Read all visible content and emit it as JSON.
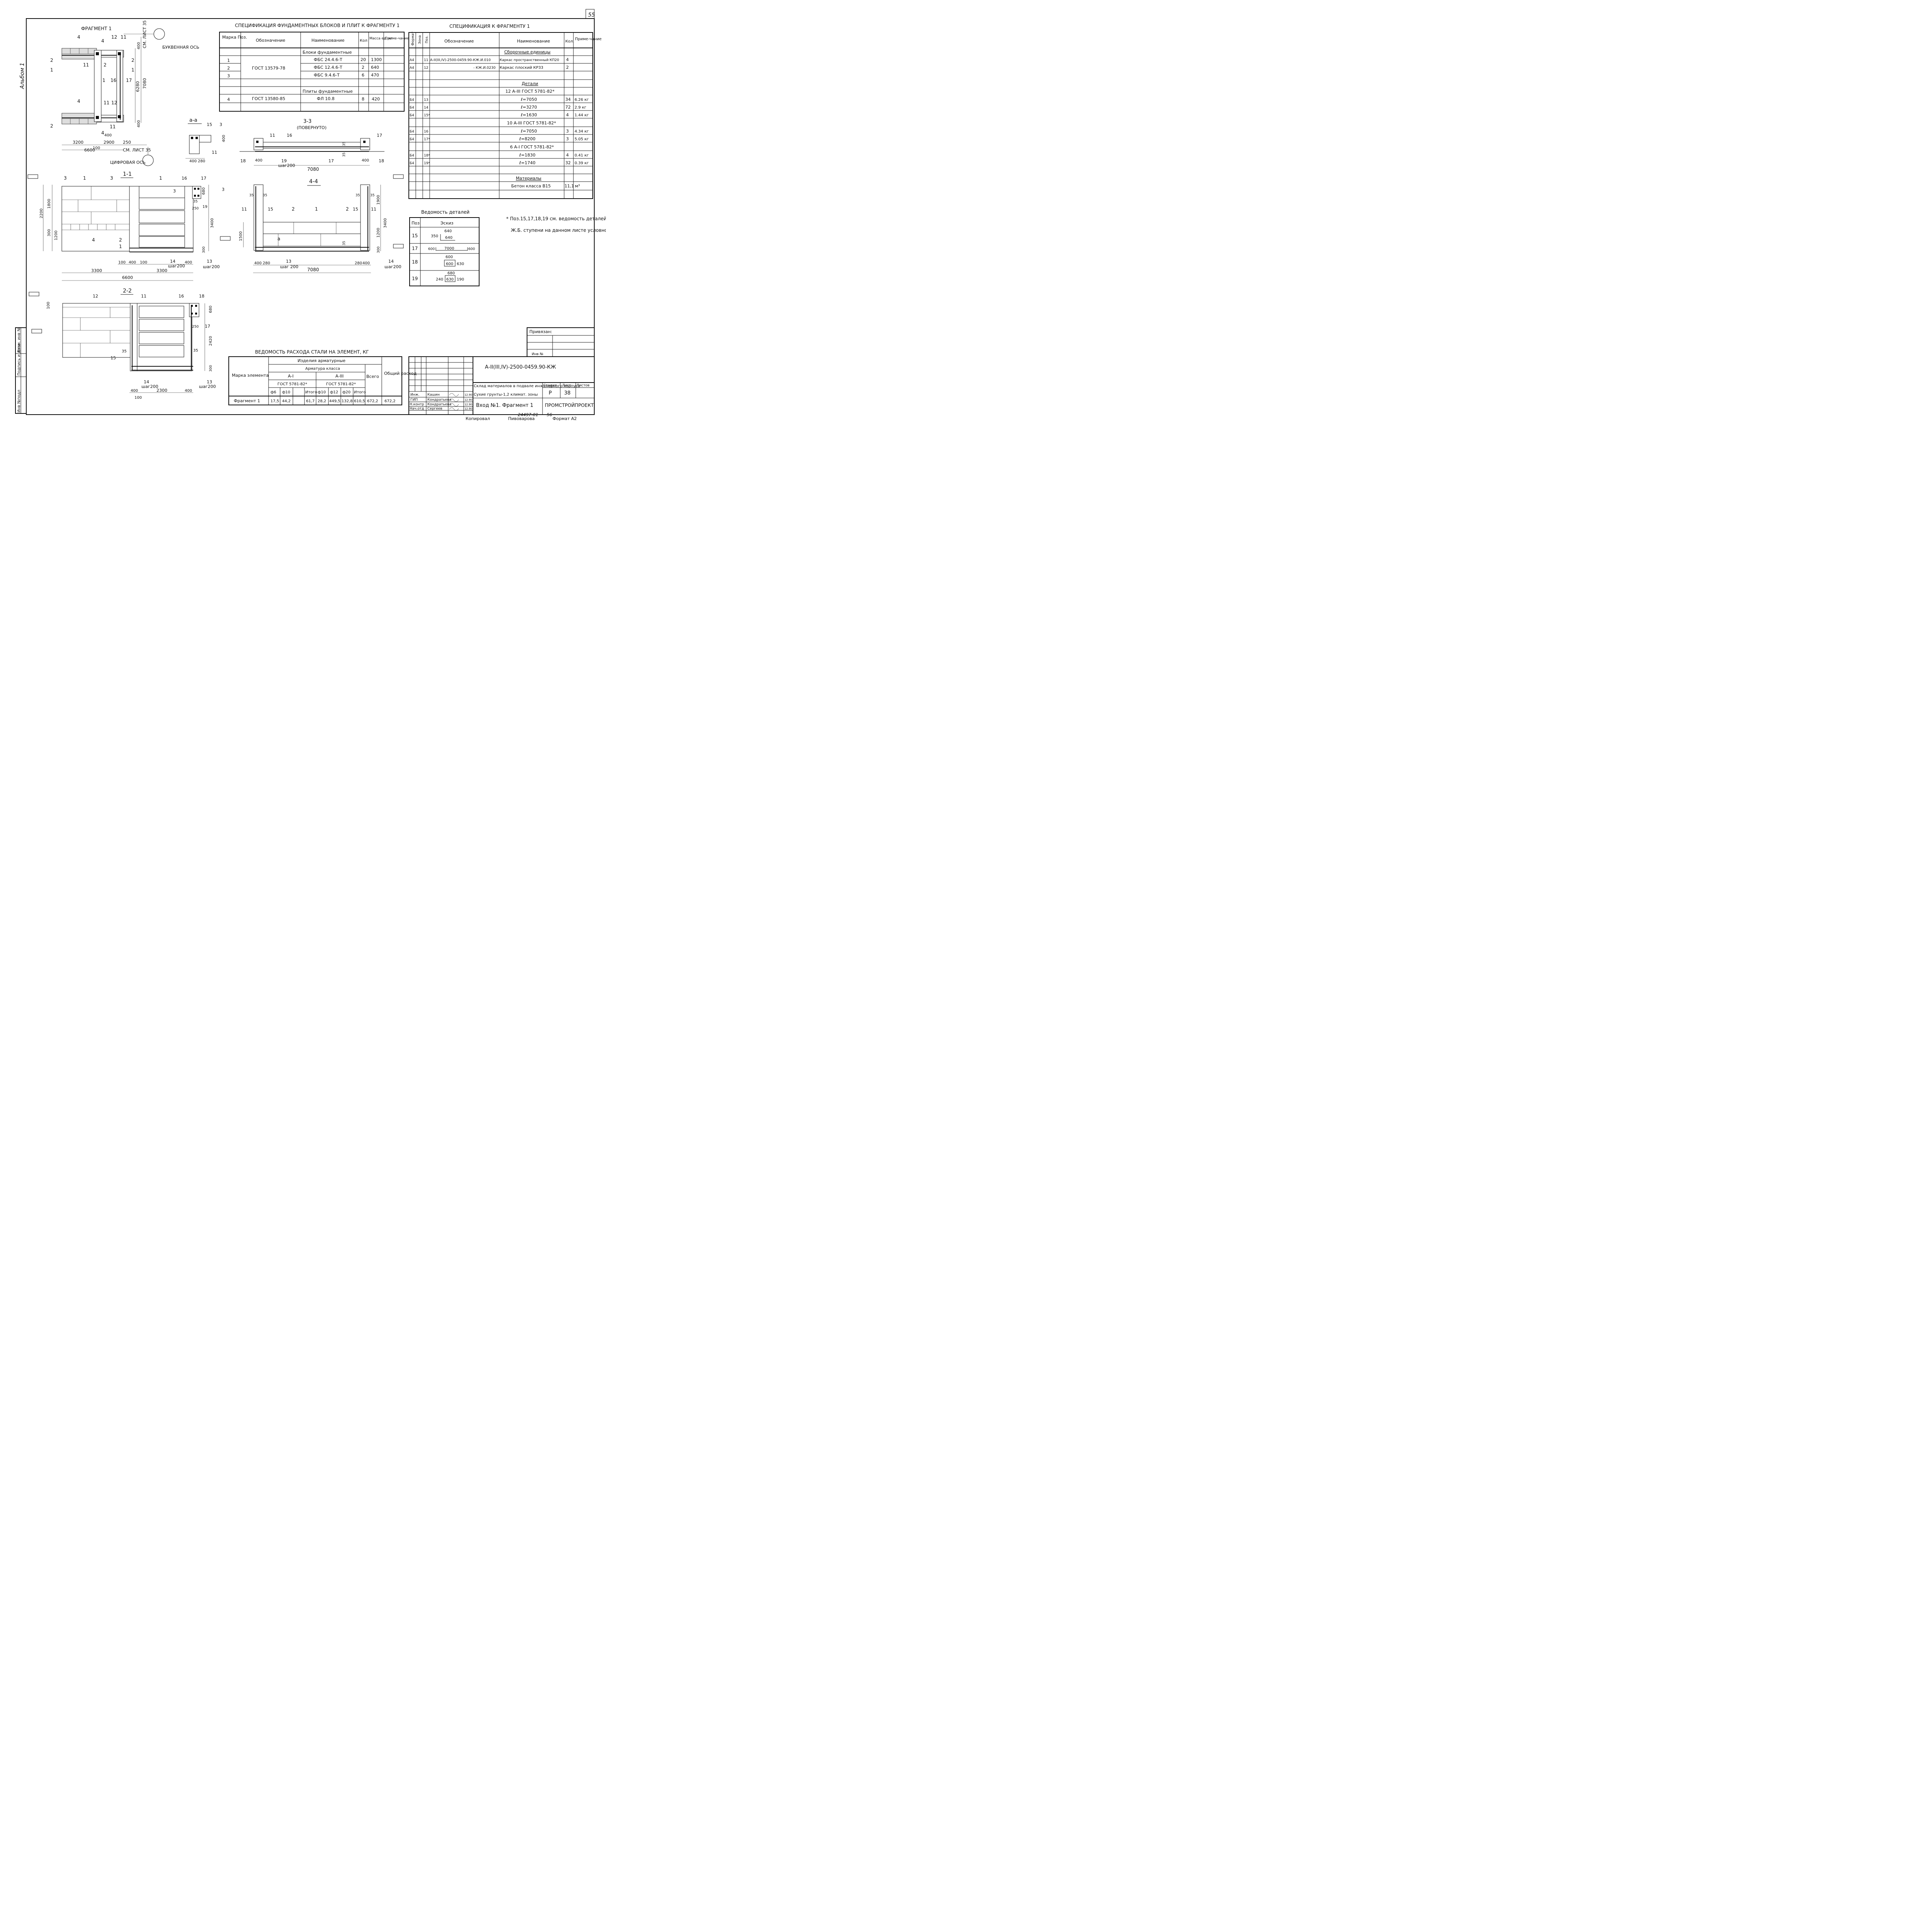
{
  "page_number": "55",
  "album_label": "Альбом 1",
  "side_stamp": [
    "Инв №подл",
    "Подпись и дата",
    "Взам. инв №"
  ],
  "fragment1": {
    "title": "ФРАГМЕНТ 1",
    "letter_axis": "БУКВЕННАЯ ОСЬ",
    "digit_axis": "ЦИФРОВАЯ ОСЬ",
    "see_sheet_top": "СМ. ЛИСТ 35",
    "see_sheet_bottom": "СМ. ЛИСТ 35",
    "dims": [
      "3200",
      "2900",
      "250",
      "400",
      "6600",
      "100",
      "400",
      "6280",
      "7080",
      "400"
    ],
    "marks": [
      "4",
      "4",
      "12",
      "11",
      "11",
      "2",
      "1",
      "16",
      "17",
      "4",
      "11",
      "12",
      "2",
      "4",
      "11",
      "2",
      "1",
      "2",
      "1"
    ]
  },
  "section_aa": {
    "title": "а-а",
    "marks": [
      "15",
      "3",
      "11"
    ],
    "dims": [
      "400",
      "280",
      "400"
    ]
  },
  "section_33": {
    "title": "3-3",
    "subtitle": "(ПОВЕРНУТО)",
    "marks": [
      "11",
      "16",
      "17",
      "17",
      "18",
      "19",
      "18"
    ],
    "dims": [
      "400",
      "400",
      "7080",
      "35",
      "35"
    ],
    "step": "шаг200"
  },
  "section_11": {
    "title": "1-1",
    "marks": [
      "3",
      "1",
      "3",
      "1",
      "16",
      "17",
      "3",
      "3",
      "19",
      "4",
      "2",
      "1",
      "14",
      "13"
    ],
    "dims": [
      "2200",
      "1800",
      "300",
      "1200",
      "3400",
      "680",
      "35",
      "250",
      "300",
      "100",
      "400",
      "100",
      "400",
      "3300",
      "3300",
      "6600"
    ],
    "step1": "шаг200",
    "step2": "шаг200"
  },
  "section_44": {
    "title": "4-4",
    "marks": [
      "11",
      "15",
      "2",
      "1",
      "2",
      "15",
      "11",
      "а",
      "13",
      "14"
    ],
    "dims": [
      "35",
      "35",
      "35",
      "35",
      "1500",
      "1900",
      "3400",
      "1200",
      "300",
      "400",
      "280",
      "280",
      "400",
      "7080",
      "35"
    ],
    "step1": "шаг 200",
    "step2": "шаг200"
  },
  "section_22": {
    "title": "2-2",
    "marks": [
      "12",
      "11",
      "16",
      "18",
      "17",
      "15",
      "14",
      "13"
    ],
    "dims": [
      "100",
      "680",
      "250",
      "2420",
      "35",
      "35",
      "300",
      "400",
      "2300",
      "400",
      "100"
    ],
    "step1": "шаг200",
    "step2": "шаг200"
  },
  "spec_blocks": {
    "title": "СПЕЦИФИКАЦИЯ ФУНДАМЕНТНЫХ БЛОКОВ И ПЛИТ К ФРАГМЕНТУ 1",
    "headers": [
      "Марка Поз.",
      "Обозначение",
      "Наименование",
      "Кол",
      "Масса ед. кг",
      "Приме-чание"
    ],
    "group1": "Блоки фундаментные",
    "rows": [
      {
        "pos": "1",
        "name": "ФБС 24.4.6-Т",
        "qty": "20",
        "mass": "1300"
      },
      {
        "pos": "2",
        "name": "ФБС 12.4.6-Т",
        "qty": "2",
        "mass": "640"
      },
      {
        "pos": "3",
        "name": "ФБС 9.4.6-Т",
        "qty": "6",
        "mass": "470"
      }
    ],
    "doc1": "ГОСТ 13579-78",
    "group2": "Плиты фундаментные",
    "row4": {
      "pos": "4",
      "doc": "ГОСТ 13580-85",
      "name": "ФЛ 10.8",
      "qty": "8",
      "mass": "420"
    }
  },
  "spec_fragment": {
    "title": "СПЕЦИФИКАЦИЯ К ФРАГМЕНТУ 1",
    "headers": [
      "Формат",
      "Зона",
      "Поз.",
      "Обозначение",
      "Наименование",
      "Кол.",
      "Приме-чание"
    ],
    "section_assemblies": "Сборочные единицы",
    "assemblies": [
      {
        "fmt": "А4",
        "pos": "11",
        "doc": "А-II(III,IV)-2500-0459.90-КЖ.И.010",
        "name": "Каркас пространственный КП20",
        "qty": "4"
      },
      {
        "fmt": "А4",
        "pos": "12",
        "doc": "- КЖ.И.0230",
        "name": "Каркас плоский КР33",
        "qty": "2"
      }
    ],
    "section_details": "Детали",
    "steel1": "12 А-III ГОСТ 5781-82*",
    "details1": [
      {
        "fmt": "Б4",
        "pos": "13",
        "name": "ℓ=7050",
        "qty": "34",
        "note": "6.26 кг"
      },
      {
        "fmt": "Б4",
        "pos": "14",
        "name": "ℓ=3270",
        "qty": "72",
        "note": "2.9 кг"
      },
      {
        "fmt": "Б4",
        "pos": "15*",
        "name": "ℓ=1630",
        "qty": "4",
        "note": "1.44 кг"
      }
    ],
    "steel2": "10 А-III ГОСТ 5781-82*",
    "details2": [
      {
        "fmt": "Б4",
        "pos": "16",
        "name": "ℓ=7050",
        "qty": "3",
        "note": "4.34 кг"
      },
      {
        "fmt": "Б4",
        "pos": "17*",
        "name": "ℓ=8200",
        "qty": "3",
        "note": "5.05 кг"
      }
    ],
    "steel3": "6 А-I ГОСТ 5781-82*",
    "details3": [
      {
        "fmt": "Б4",
        "pos": "18*",
        "name": "ℓ=1830",
        "qty": "4",
        "note": "0.41 кг"
      },
      {
        "fmt": "Б4",
        "pos": "19*",
        "name": "ℓ=1740",
        "qty": "32",
        "note": "0.39 кг"
      }
    ],
    "section_materials": "Материалы",
    "material": {
      "name": "Бетон класса В15",
      "qty": "11,1",
      "unit": "м³"
    }
  },
  "details_sheet": {
    "title": "Ведомость деталей",
    "headers": [
      "Поз",
      "Эскиз"
    ],
    "rows": [
      {
        "pos": "15",
        "a": "640",
        "b": "350",
        "c": "640"
      },
      {
        "pos": "17",
        "a": "600",
        "b": "7000",
        "c": "600"
      },
      {
        "pos": "18",
        "a": "600",
        "b": "600",
        "c": "630"
      },
      {
        "pos": "19",
        "a": "680",
        "b": "240",
        "c": "630",
        "d": "190"
      }
    ]
  },
  "notes": [
    "* Поз.15,17,18,19 см. ведомость деталей.",
    "Ж.Б. ступени на данном листе условно не показаны."
  ],
  "steel_table": {
    "title": "ВЕДОМОСТЬ РАСХОДА СТАЛИ НА ЭЛЕМЕНТ, КГ",
    "h_mark": "Марка элемента",
    "h_products": "Изделия арматурные",
    "h_class": "Арматура класса",
    "h_ai": "А-I",
    "h_aiii": "А-III",
    "h_gost1": "ГОСТ 5781-82*",
    "h_gost2": "ГОСТ 5781-82*",
    "h_total": "Всего",
    "h_sum": "Общий расход",
    "cols": [
      "ф6",
      "ф10",
      "",
      "Итого",
      "ф10",
      "ф12",
      "ф20",
      "Итого"
    ],
    "row": {
      "name": "Фрагмент 1",
      "values": [
        "17,5",
        "44,2",
        "",
        "61,7",
        "28,2",
        "449,5",
        "132,8",
        "610,5"
      ],
      "total": "672,2",
      "sum": "672,2"
    }
  },
  "title_block": {
    "bound": "Привязан:",
    "inv": "Инв №",
    "code": "А-II(III,IV)-2500-0459.90-КЖ",
    "project": "Склад материалов в подвале инженерного корпуса",
    "conditions": "Сухие грунты-1,2 климат. зоны",
    "stage_label": "Стадия",
    "sheet_label": "Лист",
    "sheets_label": "Листов",
    "stage": "Р",
    "sheet": "38",
    "sheets": "",
    "roles": [
      {
        "role": "Инж.",
        "name": "Кашин",
        "date": "12.90"
      },
      {
        "role": "ГИП",
        "name": "Кондратьева",
        "date": "12.90"
      },
      {
        "role": "Н.контр",
        "name": "Кондратьева",
        "date": "12.90"
      },
      {
        "role": "Нач.отд",
        "name": "Сергеев",
        "date": "12.90"
      }
    ],
    "drawing": "Вход №1. Фрагмент 1",
    "org": "ПРОМСТРОЙПРОЕКТ"
  },
  "footer": {
    "copied": "Копировал",
    "name": "Пивоварова",
    "archive": "24497-01",
    "num": "56",
    "format": "Формат А2"
  }
}
